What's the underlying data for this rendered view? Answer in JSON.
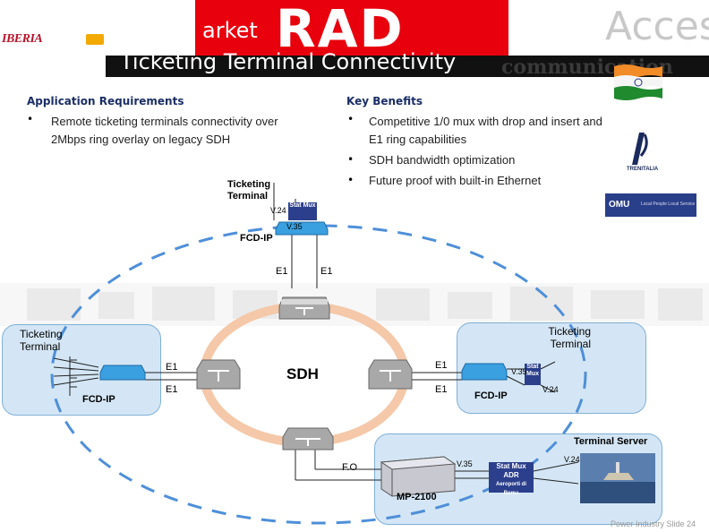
{
  "header": {
    "title_line1": "arket",
    "title_line2": "Ticketing Terminal Connectivity",
    "logo_iberia": "IBERIA",
    "logo_rad": "RAD",
    "logo_access": "Access",
    "stripe_text": "communication"
  },
  "requirements": {
    "heading": "Application Requirements",
    "items": [
      "Remote ticketing terminals connectivity over 2Mbps ring overlay on legacy SDH"
    ]
  },
  "benefits": {
    "heading": "Key Benefits",
    "items": [
      "Competitive 1/0 mux with drop and insert and E1 ring capabilities",
      "SDH bandwidth optimization",
      "Future proof with built-in Ethernet"
    ]
  },
  "logos": {
    "omu": "OMU",
    "omu_tag": "Local People Local Service",
    "trentalia": "TRENITALIA",
    "adr": "ADR",
    "adr_sub": "Aeroporti di Roma"
  },
  "diagram": {
    "sdh": "SDH",
    "top": {
      "terminal": "Ticketing Terminal",
      "v24": "V.24",
      "v35": "V.35",
      "statmux": "Stat Mux",
      "fcd": "FCD-IP",
      "e1a": "E1",
      "e1b": "E1"
    },
    "left": {
      "terminal": "Ticketing Terminal",
      "fcd": "FCD-IP",
      "e1a": "E1",
      "e1b": "E1"
    },
    "right": {
      "terminal": "Ticketing Terminal",
      "fcd": "FCD-IP",
      "e1a": "E1",
      "e1b": "E1",
      "v35": "V.35",
      "v24": "V.24",
      "statmux": "Stat Mux"
    },
    "bottom": {
      "server": "Terminal Server",
      "fo": "F.O",
      "mp": "MP-2100",
      "v35": "V.35",
      "v24": "V.24",
      "statmux": "Stat Mux"
    }
  },
  "footer": "Power Industry  Slide 24"
}
